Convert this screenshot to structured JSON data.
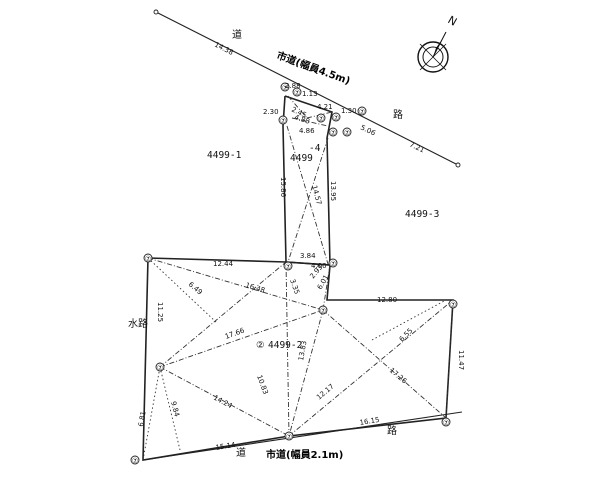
{
  "roads": {
    "north_label": "市道(幅員4.5m)",
    "south_label": "市道(幅員2.1m)",
    "char_dou": "道",
    "char_ro": "路",
    "waterway": "水路"
  },
  "lots": {
    "lot_1": "4499-1",
    "lot_3": "4499-3",
    "lot_4": "4499",
    "lot_4_prefix": "-4",
    "lot_2": "4499-2",
    "lot_2_marker": "②"
  },
  "compass": {
    "north_symbol": "N"
  },
  "point_marker": "⑦",
  "measurements": {
    "m_14_38": "14.38",
    "m_2_88": "2.88",
    "m_1_13": "1.13",
    "m_2_30": "2.30",
    "m_2_45": "2.45",
    "m_4_21": "4.21",
    "m_1_30": "1.30",
    "m_4_88": "4.88",
    "m_4_86": "4.86",
    "m_5_06": "5.06",
    "m_7_21": "7.21",
    "m_15_86": "15.86",
    "m_14_57": "14.57",
    "m_13_95": "13.95",
    "m_3_84": "3.84",
    "m_4_00": "4.00",
    "m_2_93": "2.93",
    "m_6_01": "6.01",
    "m_3_35": "3.35",
    "m_12_44": "12.44",
    "m_6_49": "6.49",
    "m_16_48": "16.48",
    "m_11_25": "11.25",
    "m_17_66": "17.66",
    "m_12_80": "12.80",
    "m_6_55": "6.55",
    "m_11_47": "11.47",
    "m_10_83": "10.83",
    "m_13_83": "13.83",
    "m_17_26": "17.26",
    "m_12_17": "12.17",
    "m_14_24": "14.24",
    "m_9_84": "9.84",
    "m_6_81": "6.81",
    "m_15_14": "15.14",
    "m_16_15": "16.15"
  }
}
